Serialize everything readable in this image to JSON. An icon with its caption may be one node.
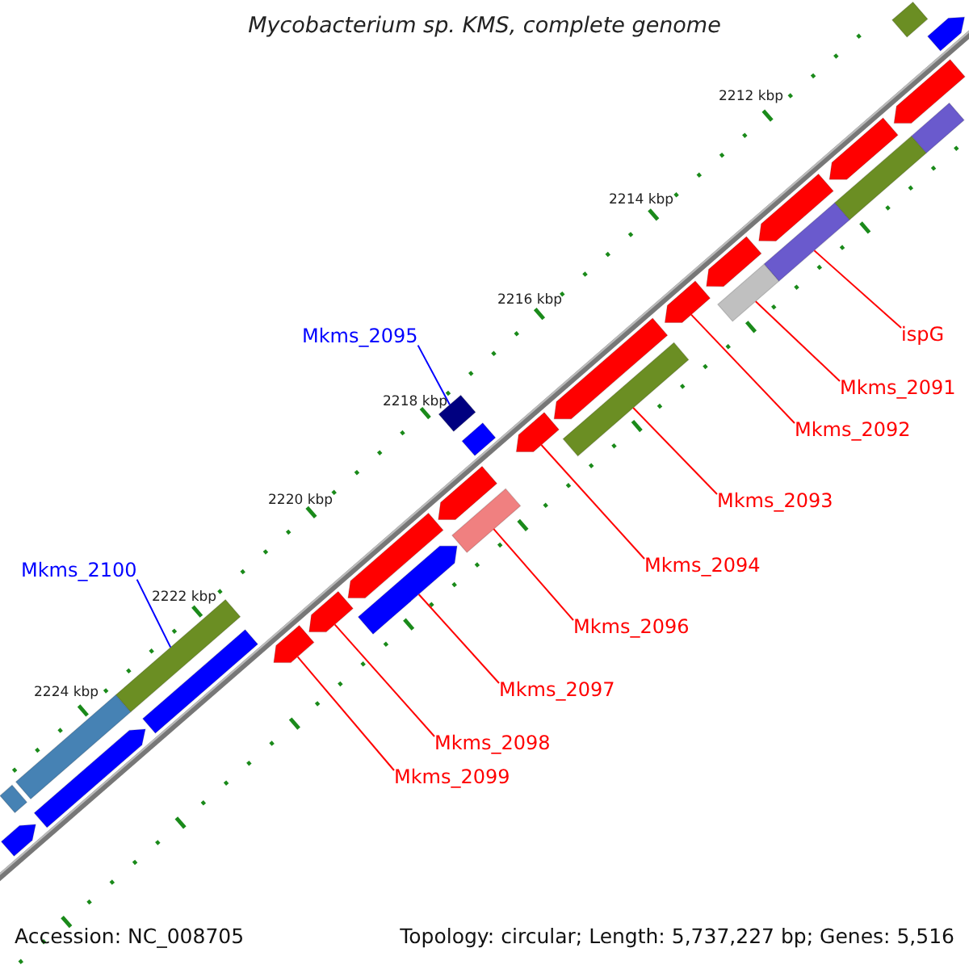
{
  "diagram": {
    "title": "Mycobacterium sp. KMS, complete genome",
    "nodes": [
      {
        "text": [
          "ispG"
        ]
      },
      {
        "text": [
          "Mkms_2091"
        ]
      },
      {
        "text": [
          "Mkms_2092"
        ]
      },
      {
        "text": [
          "Mkms_2093"
        ]
      },
      {
        "text": [
          "Mkms_2094"
        ]
      },
      {
        "text": [
          "Mkms_2095"
        ]
      },
      {
        "text": [
          "Mkms_2096"
        ]
      },
      {
        "text": [
          "Mkms_2097"
        ]
      },
      {
        "text": [
          "Mkms_2098"
        ]
      },
      {
        "text": [
          "Mkms_2099"
        ]
      },
      {
        "text": [
          "Mkms_2100"
        ]
      },
      {
        "text": [],
        "shape": "bar"
      },
      {
        "text": [],
        "shape": "bar"
      },
      {
        "text": [],
        "shape": "arrow"
      },
      {
        "text": [],
        "shape": "bar"
      },
      {
        "text": [],
        "shape": "arrow"
      },
      {
        "text": [],
        "shape": "box"
      },
      {
        "text": [],
        "shape": "bar"
      },
      {
        "text": [],
        "shape": "arrow"
      },
      {
        "text": [],
        "shape": "arrow"
      },
      {
        "text": [],
        "shape": "arrow"
      },
      {
        "text": [],
        "shape": "bar"
      },
      {
        "text": [],
        "shape": "bar"
      },
      {
        "text": [],
        "shape": "bar"
      },
      {
        "text": [],
        "shape": "arrow"
      },
      {
        "text": [],
        "shape": "arrow"
      },
      {
        "text": [],
        "shape": "arrow"
      },
      {
        "text": [],
        "shape": "bar"
      },
      {
        "text": [],
        "shape": "arrow"
      },
      {
        "text": [],
        "shape": "bar"
      },
      {
        "text": [],
        "shape": "arrow"
      },
      {
        "text": [],
        "shape": "arrow"
      },
      {
        "text": [],
        "shape": "arrow"
      },
      {
        "text": [],
        "shape": "arrow"
      },
      {
        "text": [],
        "shape": "arrow"
      },
      {
        "text": [],
        "shape": "arrow"
      },
      {
        "text": [],
        "shape": "arrow"
      },
      {
        "text": [],
        "shape": "arrow"
      },
      {
        "text": [],
        "shape": "arrow"
      }
    ],
    "edges": [
      {
        "from": 0,
        "to": 11,
        "arrow": "none"
      },
      {
        "from": 1,
        "to": 12,
        "arrow": "none"
      },
      {
        "from": 2,
        "to": 13,
        "arrow": "none"
      },
      {
        "from": 3,
        "to": 14,
        "arrow": "none"
      },
      {
        "from": 4,
        "to": 15,
        "arrow": "none"
      },
      {
        "from": 5,
        "to": 16,
        "arrow": "none",
        "color": "#0000ff"
      },
      {
        "from": 6,
        "to": 17,
        "arrow": "none"
      },
      {
        "from": 7,
        "to": 18,
        "arrow": "none"
      },
      {
        "from": 8,
        "to": 19,
        "arrow": "none"
      },
      {
        "from": 9,
        "to": 20,
        "arrow": "none"
      },
      {
        "from": 10,
        "to": 21,
        "arrow": "none",
        "color": "#0000ff"
      }
    ],
    "labels": [
      "2212 kbp",
      "2214 kbp",
      "2216 kbp",
      "2218 kbp",
      "2220 kbp",
      "2222 kbp",
      "2224 kbp",
      "Accession: NC_008705",
      "Topology: circular; Length: 5,737,227 bp; Genes: 5,516"
    ]
  }
}
